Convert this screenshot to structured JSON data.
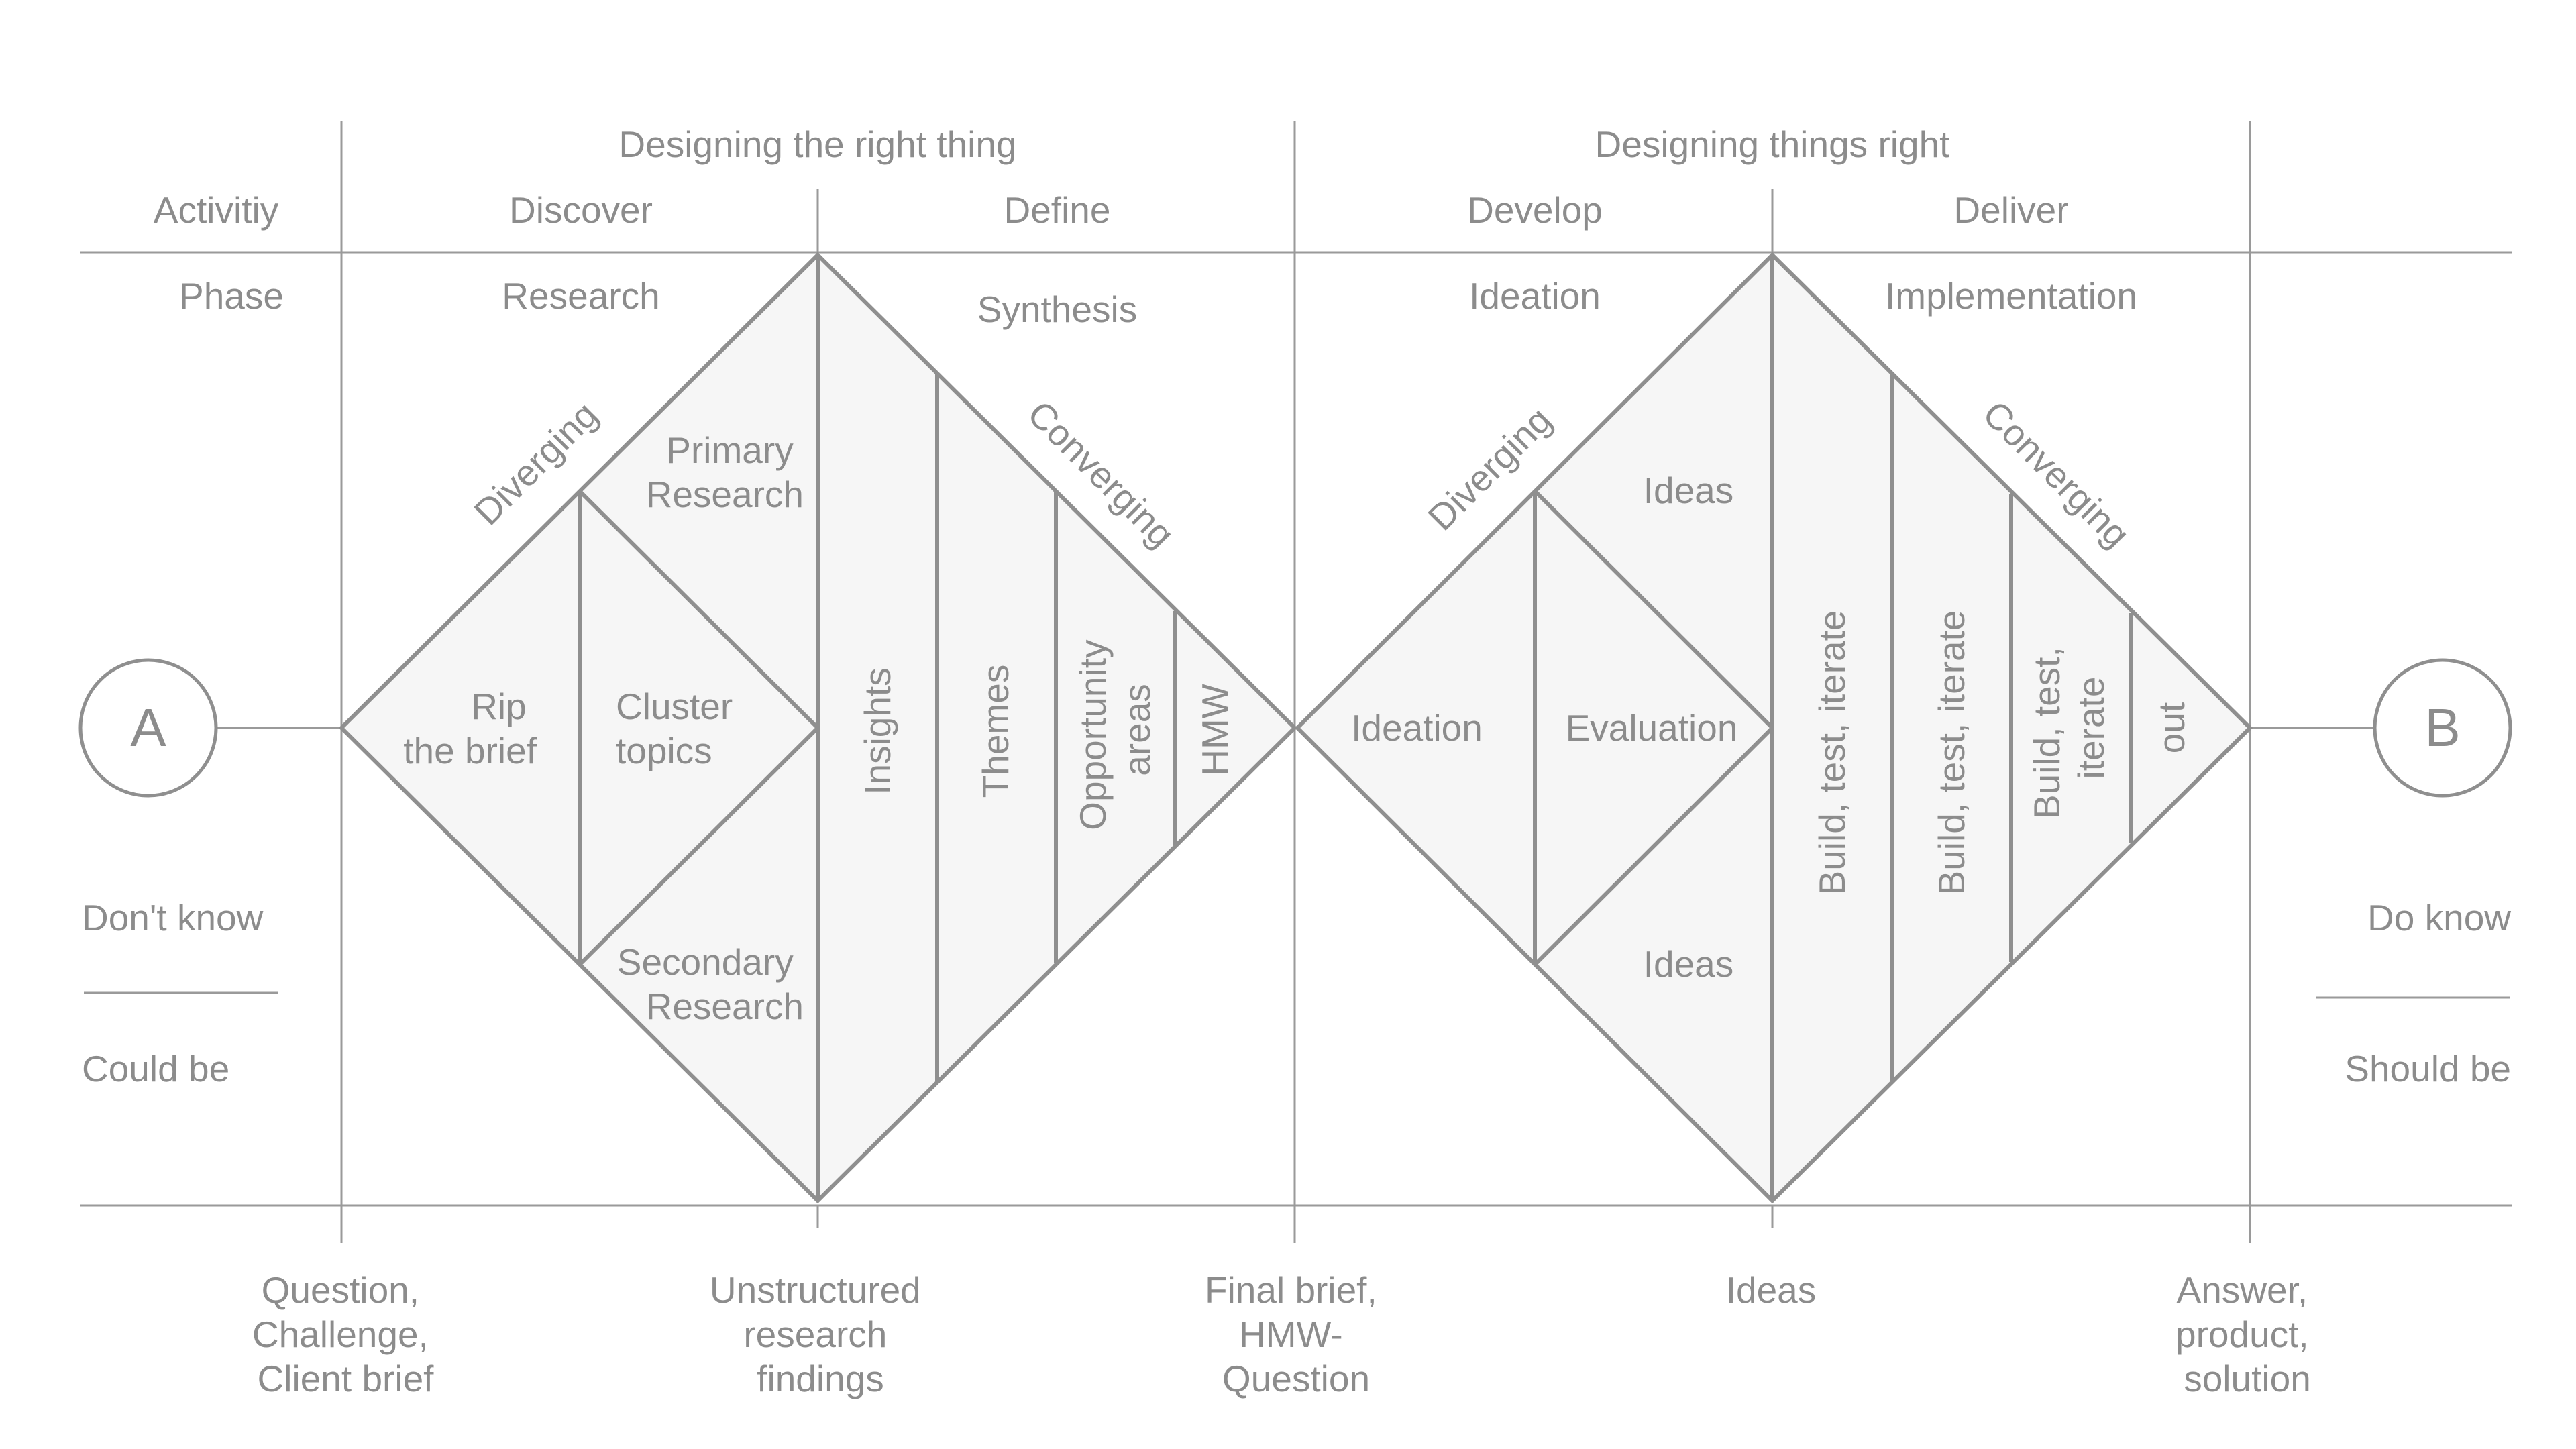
{
  "header": {
    "left_group": "Designing the right thing",
    "right_group": "Designing things right"
  },
  "rows": {
    "activity_label": "Activitiy",
    "phase_label": "Phase"
  },
  "activities": {
    "discover": "Discover",
    "define": "Define",
    "develop": "Develop",
    "deliver": "Deliver"
  },
  "phases": {
    "research": "Research",
    "synthesis": "Synthesis",
    "ideation": "Ideation",
    "implementation": "Implementation"
  },
  "diamond1": {
    "diverging": "Diverging",
    "converging": "Converging",
    "rip_brief": [
      "Rip",
      "the brief"
    ],
    "cluster_topics": [
      "Cluster",
      "topics"
    ],
    "primary_research": [
      "Primary",
      "Research"
    ],
    "secondary_research": [
      "Secondary",
      "Research"
    ],
    "insights": "Insights",
    "themes": "Themes",
    "opportunity_areas": [
      "Opportunity",
      "areas"
    ],
    "hmw": "HMW"
  },
  "diamond2": {
    "diverging": "Diverging",
    "converging": "Converging",
    "ideation": "Ideation",
    "evaluation": "Evaluation",
    "ideas_top": "Ideas",
    "ideas_bottom": "Ideas",
    "build1": "Build, test, iterate",
    "build2": "Build, test, iterate",
    "build3": [
      "Build, test,",
      "iterate"
    ],
    "out": "out"
  },
  "endpoints": {
    "start_letter": "A",
    "end_letter": "B",
    "start_top": "Don't know",
    "start_bottom": "Could be",
    "end_top": "Do know",
    "end_bottom": "Should be"
  },
  "outputs": {
    "question": [
      "Question,",
      "Challenge,",
      "Client brief"
    ],
    "unstructured": [
      "Unstructured",
      "research",
      "findings"
    ],
    "final_brief": [
      "Final brief,",
      "HMW-",
      "Question"
    ],
    "ideas": [
      "Ideas"
    ],
    "answer": [
      "Answer,",
      "product,",
      "solution"
    ]
  },
  "colors": {
    "line": "#8f8f8f",
    "fill": "#f6f6f6",
    "text": "#8c8c8c"
  }
}
